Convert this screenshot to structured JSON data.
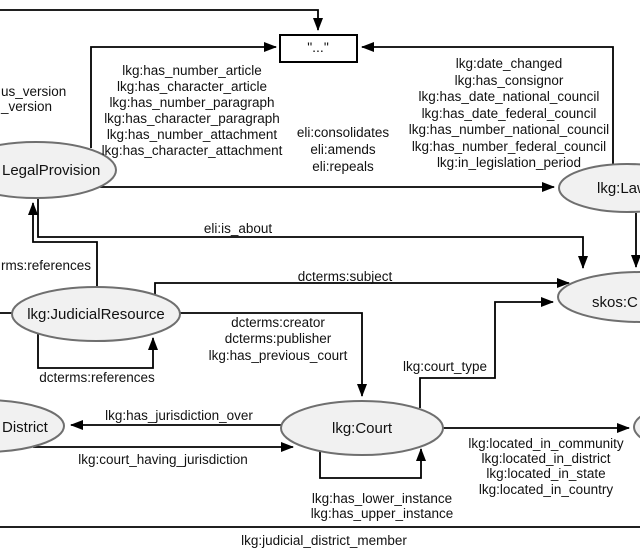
{
  "diagram": {
    "type": "ontology-graph",
    "colors": {
      "background": "#ffffff",
      "edge": "#000000",
      "node_fill": "#f1f1f1",
      "node_stroke": "#6f6f6f",
      "text": "#111111"
    }
  },
  "nodes": {
    "legal_provision": {
      "label": "LegalProvision"
    },
    "law": {
      "label": "lkg:Law"
    },
    "judicial_resource": {
      "label": "lkg:JudicialResource"
    },
    "concept": {
      "label": "skos:C"
    },
    "court": {
      "label": "lkg:Court"
    },
    "judicial_district": {
      "label": "District"
    },
    "literal": {
      "label": "\"...\""
    }
  },
  "edges": {
    "version_properties": {
      "labels": [
        "us_version",
        "_version"
      ]
    },
    "legal_provision_literal": {
      "labels": [
        "lkg:has_number_article",
        "lkg:has_character_article",
        "lkg:has_number_paragraph",
        "lkg:has_character_paragraph",
        "lkg:has_number_attachment",
        "lkg:has_character_attachment"
      ]
    },
    "law_literal": {
      "labels": [
        "lkg:date_changed",
        "lkg:has_consignor",
        "lkg:has_date_national_council",
        "lkg:has_date_federal_council",
        "lkg:has_number_national_council",
        "lkg:has_number_federal_council",
        "lkg:in_legislation_period"
      ]
    },
    "provision_law": {
      "labels": [
        "eli:consolidates",
        "eli:amends",
        "eli:repeals"
      ]
    },
    "is_about": {
      "label": "eli:is_about"
    },
    "subject": {
      "label": "dcterms:subject"
    },
    "references_to_provision": {
      "label": "rms:references"
    },
    "references_self": {
      "label": "dcterms:references"
    },
    "resource_court": {
      "labels": [
        "dcterms:creator",
        "dcterms:publisher",
        "lkg:has_previous_court"
      ]
    },
    "court_type": {
      "label": "lkg:court_type"
    },
    "has_jurisdiction_over": {
      "label": "lkg:has_jurisdiction_over"
    },
    "court_having_jurisdiction": {
      "label": "lkg:court_having_jurisdiction"
    },
    "court_instances": {
      "labels": [
        "lkg:has_lower_instance",
        "lkg:has_upper_instance"
      ]
    },
    "court_located_in": {
      "labels": [
        "lkg:located_in_community",
        "lkg:located_in_district",
        "lkg:located_in_state",
        "lkg:located_in_country"
      ]
    },
    "judicial_district_member": {
      "label": "lkg:judicial_district_member"
    }
  }
}
